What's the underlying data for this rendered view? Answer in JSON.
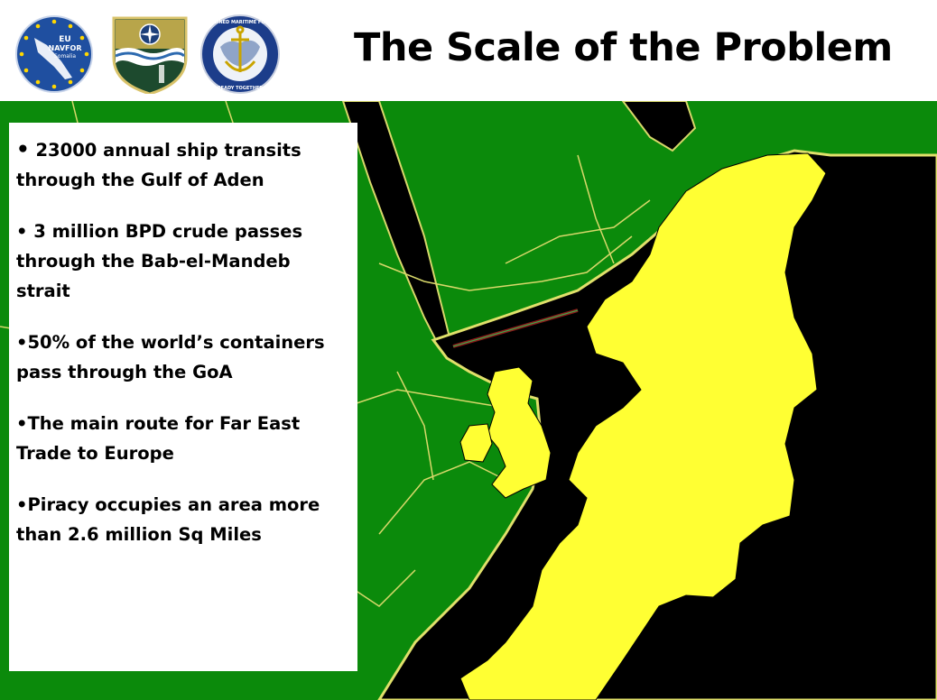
{
  "slide": {
    "title": "The Scale of the Problem"
  },
  "logos": [
    {
      "name": "eu-navfor-somalia-logo",
      "text_lines": [
        "EU",
        "NAVFOR",
        "Somalia"
      ]
    },
    {
      "name": "nato-shield-logo"
    },
    {
      "name": "combined-maritime-forces-logo",
      "text_top": "COMBINED MARITIME FORCES",
      "text_bottom": "READY TOGETHER"
    }
  ],
  "bullets": [
    {
      "marker": "•",
      "text": " 23000 annual ship transits through the Gulf of Aden"
    },
    {
      "marker": "•",
      "text": " 3 million BPD crude passes through the Bab-el-Mandeb strait"
    },
    {
      "marker": "•",
      "text": "50% of the world’s containers pass through the GoA"
    },
    {
      "marker": "•",
      "text": "The main route for Far East Trade to Europe"
    },
    {
      "marker": "•",
      "text": "Piracy occupies an area more than 2.6 million Sq Miles"
    }
  ],
  "colors": {
    "land": "#0b8a0b",
    "sea": "#000000",
    "border": "#d8d86a",
    "overlay": "#ffff33",
    "route": "#8b1a1a"
  }
}
